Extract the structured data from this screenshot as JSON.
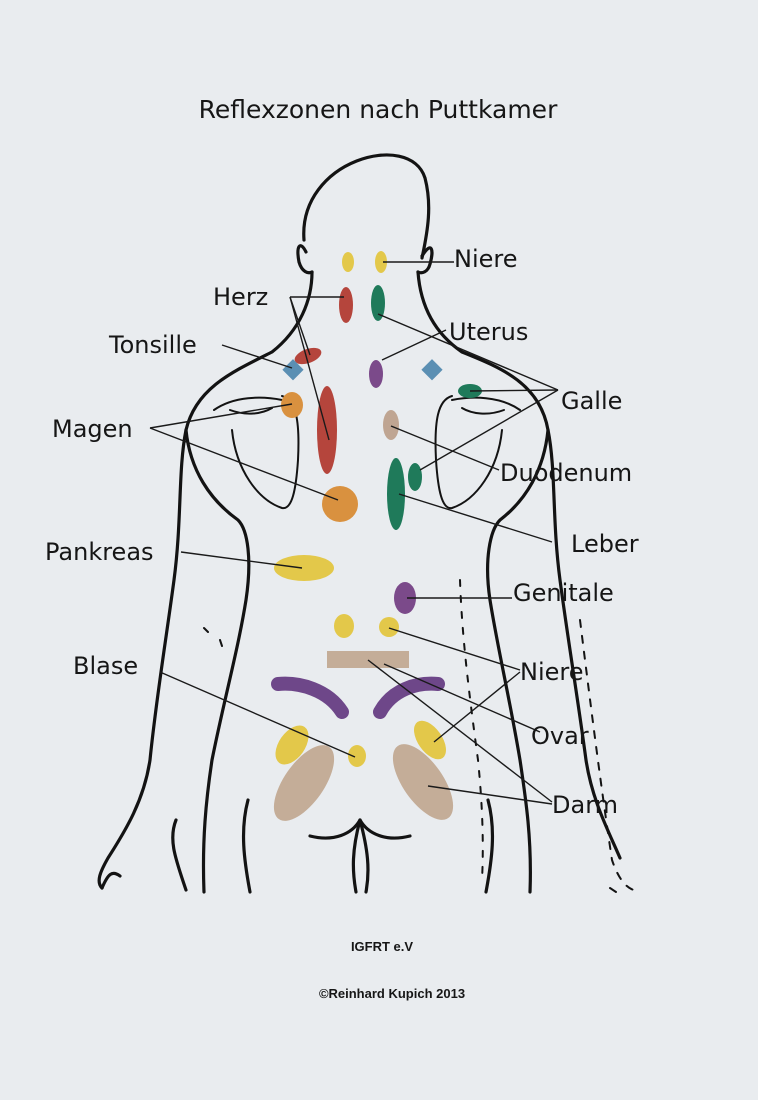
{
  "title": "Reflexzonen nach Puttkamer",
  "labels": {
    "niere_top": "Niere",
    "herz": "Herz",
    "uterus": "Uterus",
    "tonsille": "Tonsille",
    "galle": "Galle",
    "magen": "Magen",
    "duodenum": "Duodenum",
    "leber": "Leber",
    "pankreas": "Pankreas",
    "genitale": "Genitale",
    "blase": "Blase",
    "niere_bottom": "Niere",
    "ovar": "Ovar",
    "darm": "Darm"
  },
  "footer": {
    "org": "IGFRT e.V",
    "copyright": "©Reinhard Kupich 2013"
  },
  "colors": {
    "paper": "#e9ecef",
    "ink": "#131313",
    "niere": "#e3c84a",
    "herz": "#b5453c",
    "galle": "#1f7a5a",
    "uterus": "#7b4a8a",
    "tonsille": "#5b8fb3",
    "magen": "#d9913f",
    "duodenum": "#bfa592",
    "darm": "#c4ad98"
  }
}
